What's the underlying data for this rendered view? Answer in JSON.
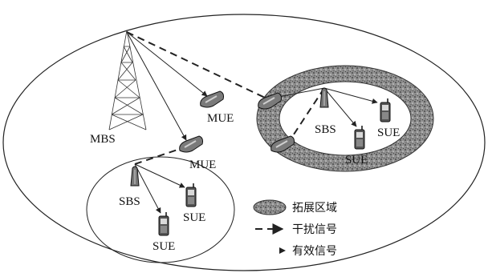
{
  "nodes": {
    "macro_bs": "MBS",
    "macro_ue_1": "MUE",
    "macro_ue_2": "MUE",
    "small_bs_right": "SBS",
    "small_ue_right_1": "SUE",
    "small_ue_right_2": "SUE",
    "small_bs_left": "SBS",
    "small_ue_left_1": "SUE",
    "small_ue_left_2": "SUE"
  },
  "legend": {
    "extended_area": "拓展区域",
    "interference_signal": "干扰信号",
    "effective_signal": "有效信号"
  },
  "colors": {
    "line": "#222222",
    "extended_area_fill": "#8a8a8a",
    "background": "#ffffff"
  },
  "icons": {
    "macro_bs": "lattice-tower-icon",
    "small_bs": "small-antenna-icon",
    "user_equipment": "phone-icon"
  }
}
